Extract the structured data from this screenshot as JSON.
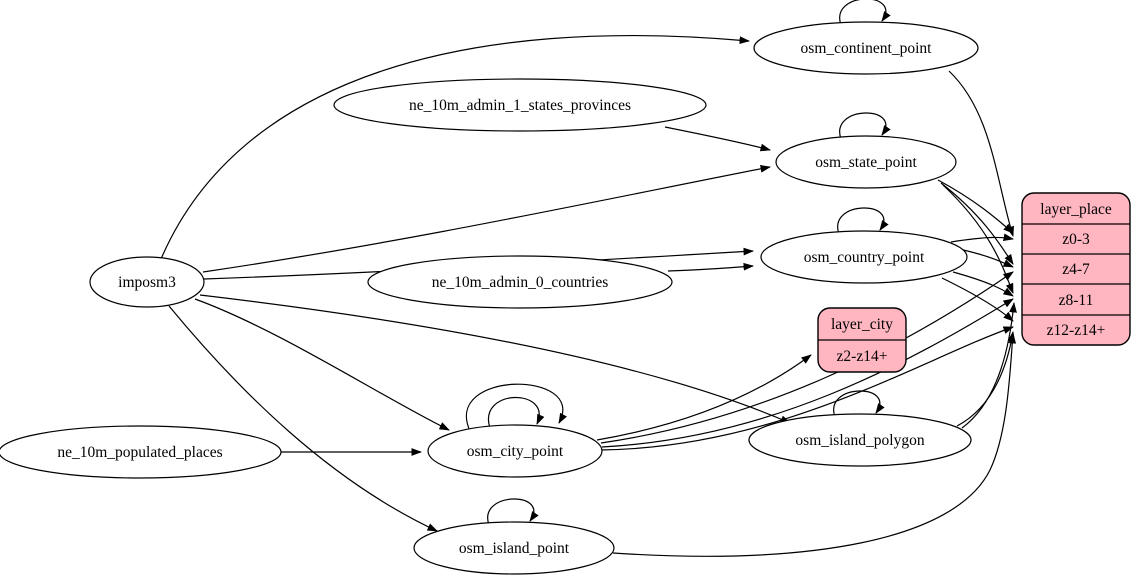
{
  "diagram_type": "etl-dependency-graph",
  "colors": {
    "background": "#ffffff",
    "edge_stroke": "#000000",
    "table_fill": "#ffffff",
    "layer_fill": "#ffb6c1"
  },
  "nodes": {
    "imposm3": {
      "label": "imposm3",
      "shape": "ellipse"
    },
    "ne_10m_admin_1_states_provinces": {
      "label": "ne_10m_admin_1_states_provinces",
      "shape": "ellipse"
    },
    "ne_10m_admin_0_countries": {
      "label": "ne_10m_admin_0_countries",
      "shape": "ellipse"
    },
    "ne_10m_populated_places": {
      "label": "ne_10m_populated_places",
      "shape": "ellipse"
    },
    "osm_continent_point": {
      "label": "osm_continent_point",
      "shape": "ellipse",
      "self_loops": 1
    },
    "osm_state_point": {
      "label": "osm_state_point",
      "shape": "ellipse",
      "self_loops": 1
    },
    "osm_country_point": {
      "label": "osm_country_point",
      "shape": "ellipse",
      "self_loops": 1
    },
    "osm_city_point": {
      "label": "osm_city_point",
      "shape": "ellipse",
      "self_loops": 2
    },
    "osm_island_polygon": {
      "label": "osm_island_polygon",
      "shape": "ellipse",
      "self_loops": 1
    },
    "osm_island_point": {
      "label": "osm_island_point",
      "shape": "ellipse",
      "self_loops": 1
    },
    "layer_place": {
      "label": "layer_place",
      "shape": "record",
      "fill": "#ffb6c1",
      "rows": [
        "z0-3",
        "z4-7",
        "z8-11",
        "z12-z14+"
      ]
    },
    "layer_city": {
      "label": "layer_city",
      "shape": "record",
      "fill": "#ffb6c1",
      "rows": [
        "z2-z14+"
      ]
    }
  },
  "edges": [
    {
      "from": "imposm3",
      "to": "osm_continent_point"
    },
    {
      "from": "imposm3",
      "to": "osm_state_point"
    },
    {
      "from": "imposm3",
      "to": "osm_country_point"
    },
    {
      "from": "imposm3",
      "to": "osm_city_point"
    },
    {
      "from": "imposm3",
      "to": "osm_island_polygon"
    },
    {
      "from": "imposm3",
      "to": "osm_island_point"
    },
    {
      "from": "ne_10m_admin_1_states_provinces",
      "to": "osm_state_point"
    },
    {
      "from": "ne_10m_admin_0_countries",
      "to": "osm_country_point"
    },
    {
      "from": "ne_10m_populated_places",
      "to": "osm_city_point"
    },
    {
      "from": "osm_continent_point",
      "to": "osm_continent_point"
    },
    {
      "from": "osm_state_point",
      "to": "osm_state_point"
    },
    {
      "from": "osm_country_point",
      "to": "osm_country_point"
    },
    {
      "from": "osm_city_point",
      "to": "osm_city_point"
    },
    {
      "from": "osm_city_point",
      "to": "osm_city_point"
    },
    {
      "from": "osm_island_polygon",
      "to": "osm_island_polygon"
    },
    {
      "from": "osm_island_point",
      "to": "osm_island_point"
    },
    {
      "from": "osm_city_point",
      "to": "layer_city:z2-z14+"
    },
    {
      "from": "osm_continent_point",
      "to": "layer_place:z0-3"
    },
    {
      "from": "osm_state_point",
      "to": "layer_place:z0-3"
    },
    {
      "from": "osm_country_point",
      "to": "layer_place:z0-3"
    },
    {
      "from": "osm_state_point",
      "to": "layer_place:z4-7"
    },
    {
      "from": "osm_country_point",
      "to": "layer_place:z4-7"
    },
    {
      "from": "osm_city_point",
      "to": "layer_place:z4-7"
    },
    {
      "from": "osm_state_point",
      "to": "layer_place:z8-11"
    },
    {
      "from": "osm_country_point",
      "to": "layer_place:z8-11"
    },
    {
      "from": "osm_city_point",
      "to": "layer_place:z8-11"
    },
    {
      "from": "osm_island_polygon",
      "to": "layer_place:z8-11"
    },
    {
      "from": "osm_country_point",
      "to": "layer_place:z12-z14+"
    },
    {
      "from": "osm_city_point",
      "to": "layer_place:z12-z14+"
    },
    {
      "from": "osm_island_polygon",
      "to": "layer_place:z12-z14+"
    },
    {
      "from": "osm_island_point",
      "to": "layer_place:z12-z14+"
    }
  ]
}
